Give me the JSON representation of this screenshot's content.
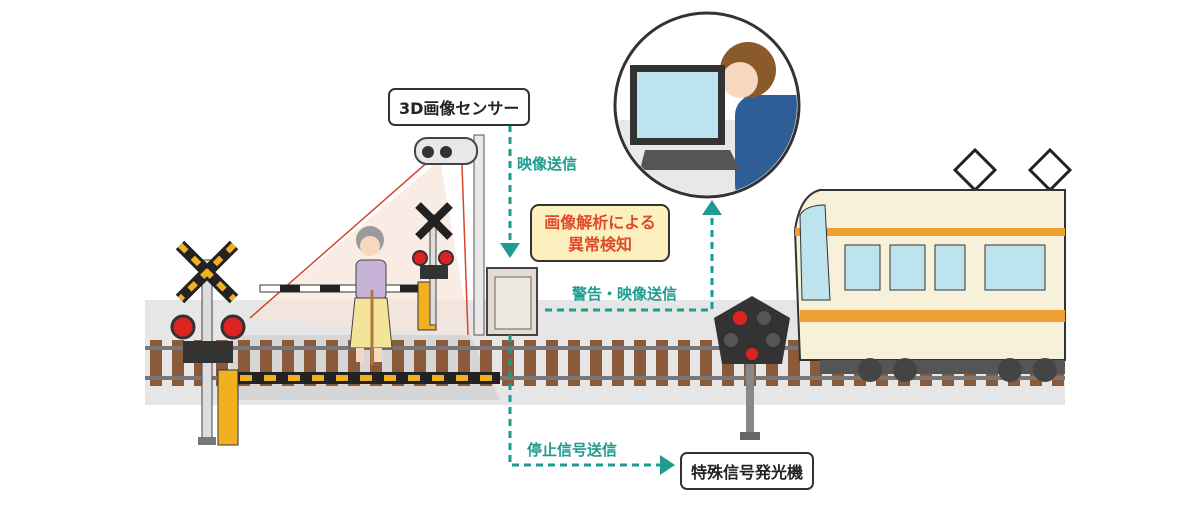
{
  "labels": {
    "sensor": "3D画像センサー",
    "video_send": "映像送信",
    "analysis_line1": "画像解析による",
    "analysis_line2": "異常検知",
    "warning_video_send": "警告・映像送信",
    "stop_signal_send": "停止信号送信",
    "special_signal": "特殊信号発光機"
  },
  "colors": {
    "teal": "#1f9c8f",
    "alert_red": "#e04a2a",
    "bubble": "#fdf0bf",
    "train_stripe": "#f0a030"
  }
}
